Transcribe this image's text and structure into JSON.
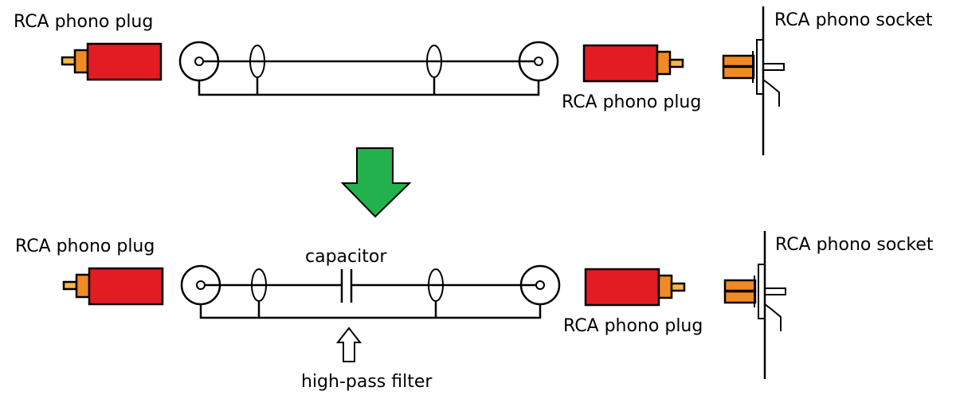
{
  "colors": {
    "plug_body": "#e31b23",
    "plug_collar": "#f08a24",
    "plug_pin": "#f5b642",
    "arrow_fill": "#22b14c",
    "line": "#000000",
    "background": "#ffffff"
  },
  "top_row": {
    "left_plug_label": "RCA phono plug",
    "right_plug_label": "RCA phono plug",
    "socket_label": "RCA phono socket"
  },
  "transition_arrow": {
    "icon": "down-arrow-icon"
  },
  "bottom_row": {
    "left_plug_label": "RCA phono plug",
    "right_plug_label": "RCA phono plug",
    "socket_label": "RCA phono socket",
    "capacitor_label": "capacitor",
    "filter_label": "high-pass filter",
    "filter_pointer_icon": "up-arrow-icon"
  }
}
